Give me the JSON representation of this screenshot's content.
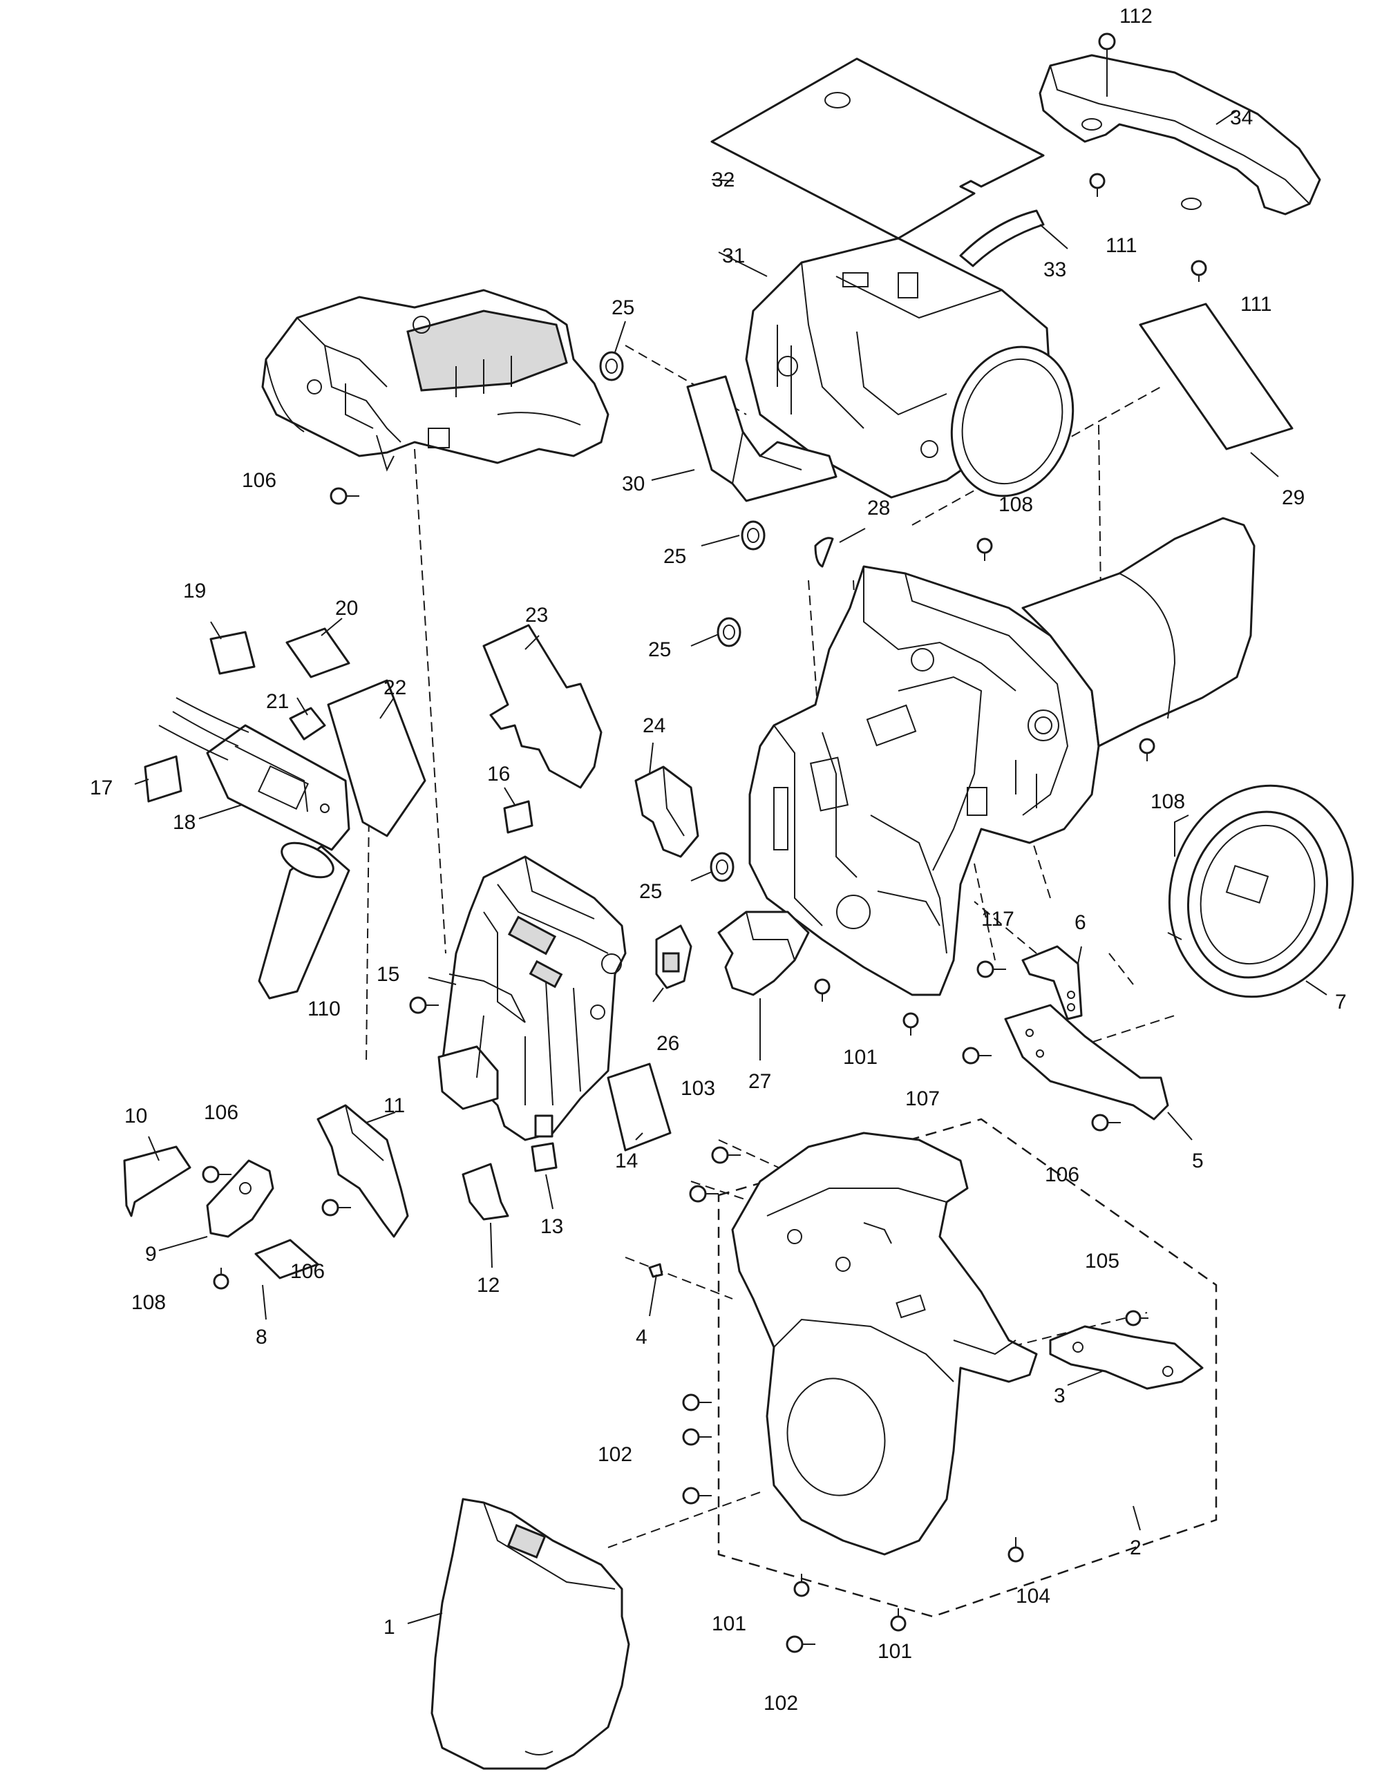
{
  "callouts": {
    "p1": "1",
    "p2": "2",
    "p3": "3",
    "p4": "4",
    "p5": "5",
    "p6": "6",
    "p7": "7",
    "p8": "8",
    "p9": "9",
    "p10": "10",
    "p11": "11",
    "p12": "12",
    "p13": "13",
    "p14": "14",
    "p15": "15",
    "p16": "16",
    "p17": "17",
    "p18": "18",
    "p19": "19",
    "p20": "20",
    "p21": "21",
    "p22": "22",
    "p23": "23",
    "p24": "24",
    "p25": "25",
    "p26": "26",
    "p27": "27",
    "p28": "28",
    "p29": "29",
    "p30": "30",
    "p31": "31",
    "p32": "32",
    "p33": "33",
    "p34": "34",
    "p101": "101",
    "p102": "102",
    "p103": "103",
    "p104": "104",
    "p105": "105",
    "p106": "106",
    "p107": "107",
    "p108": "108",
    "p110": "110",
    "p111": "111",
    "p112": "112",
    "p117": "117"
  }
}
